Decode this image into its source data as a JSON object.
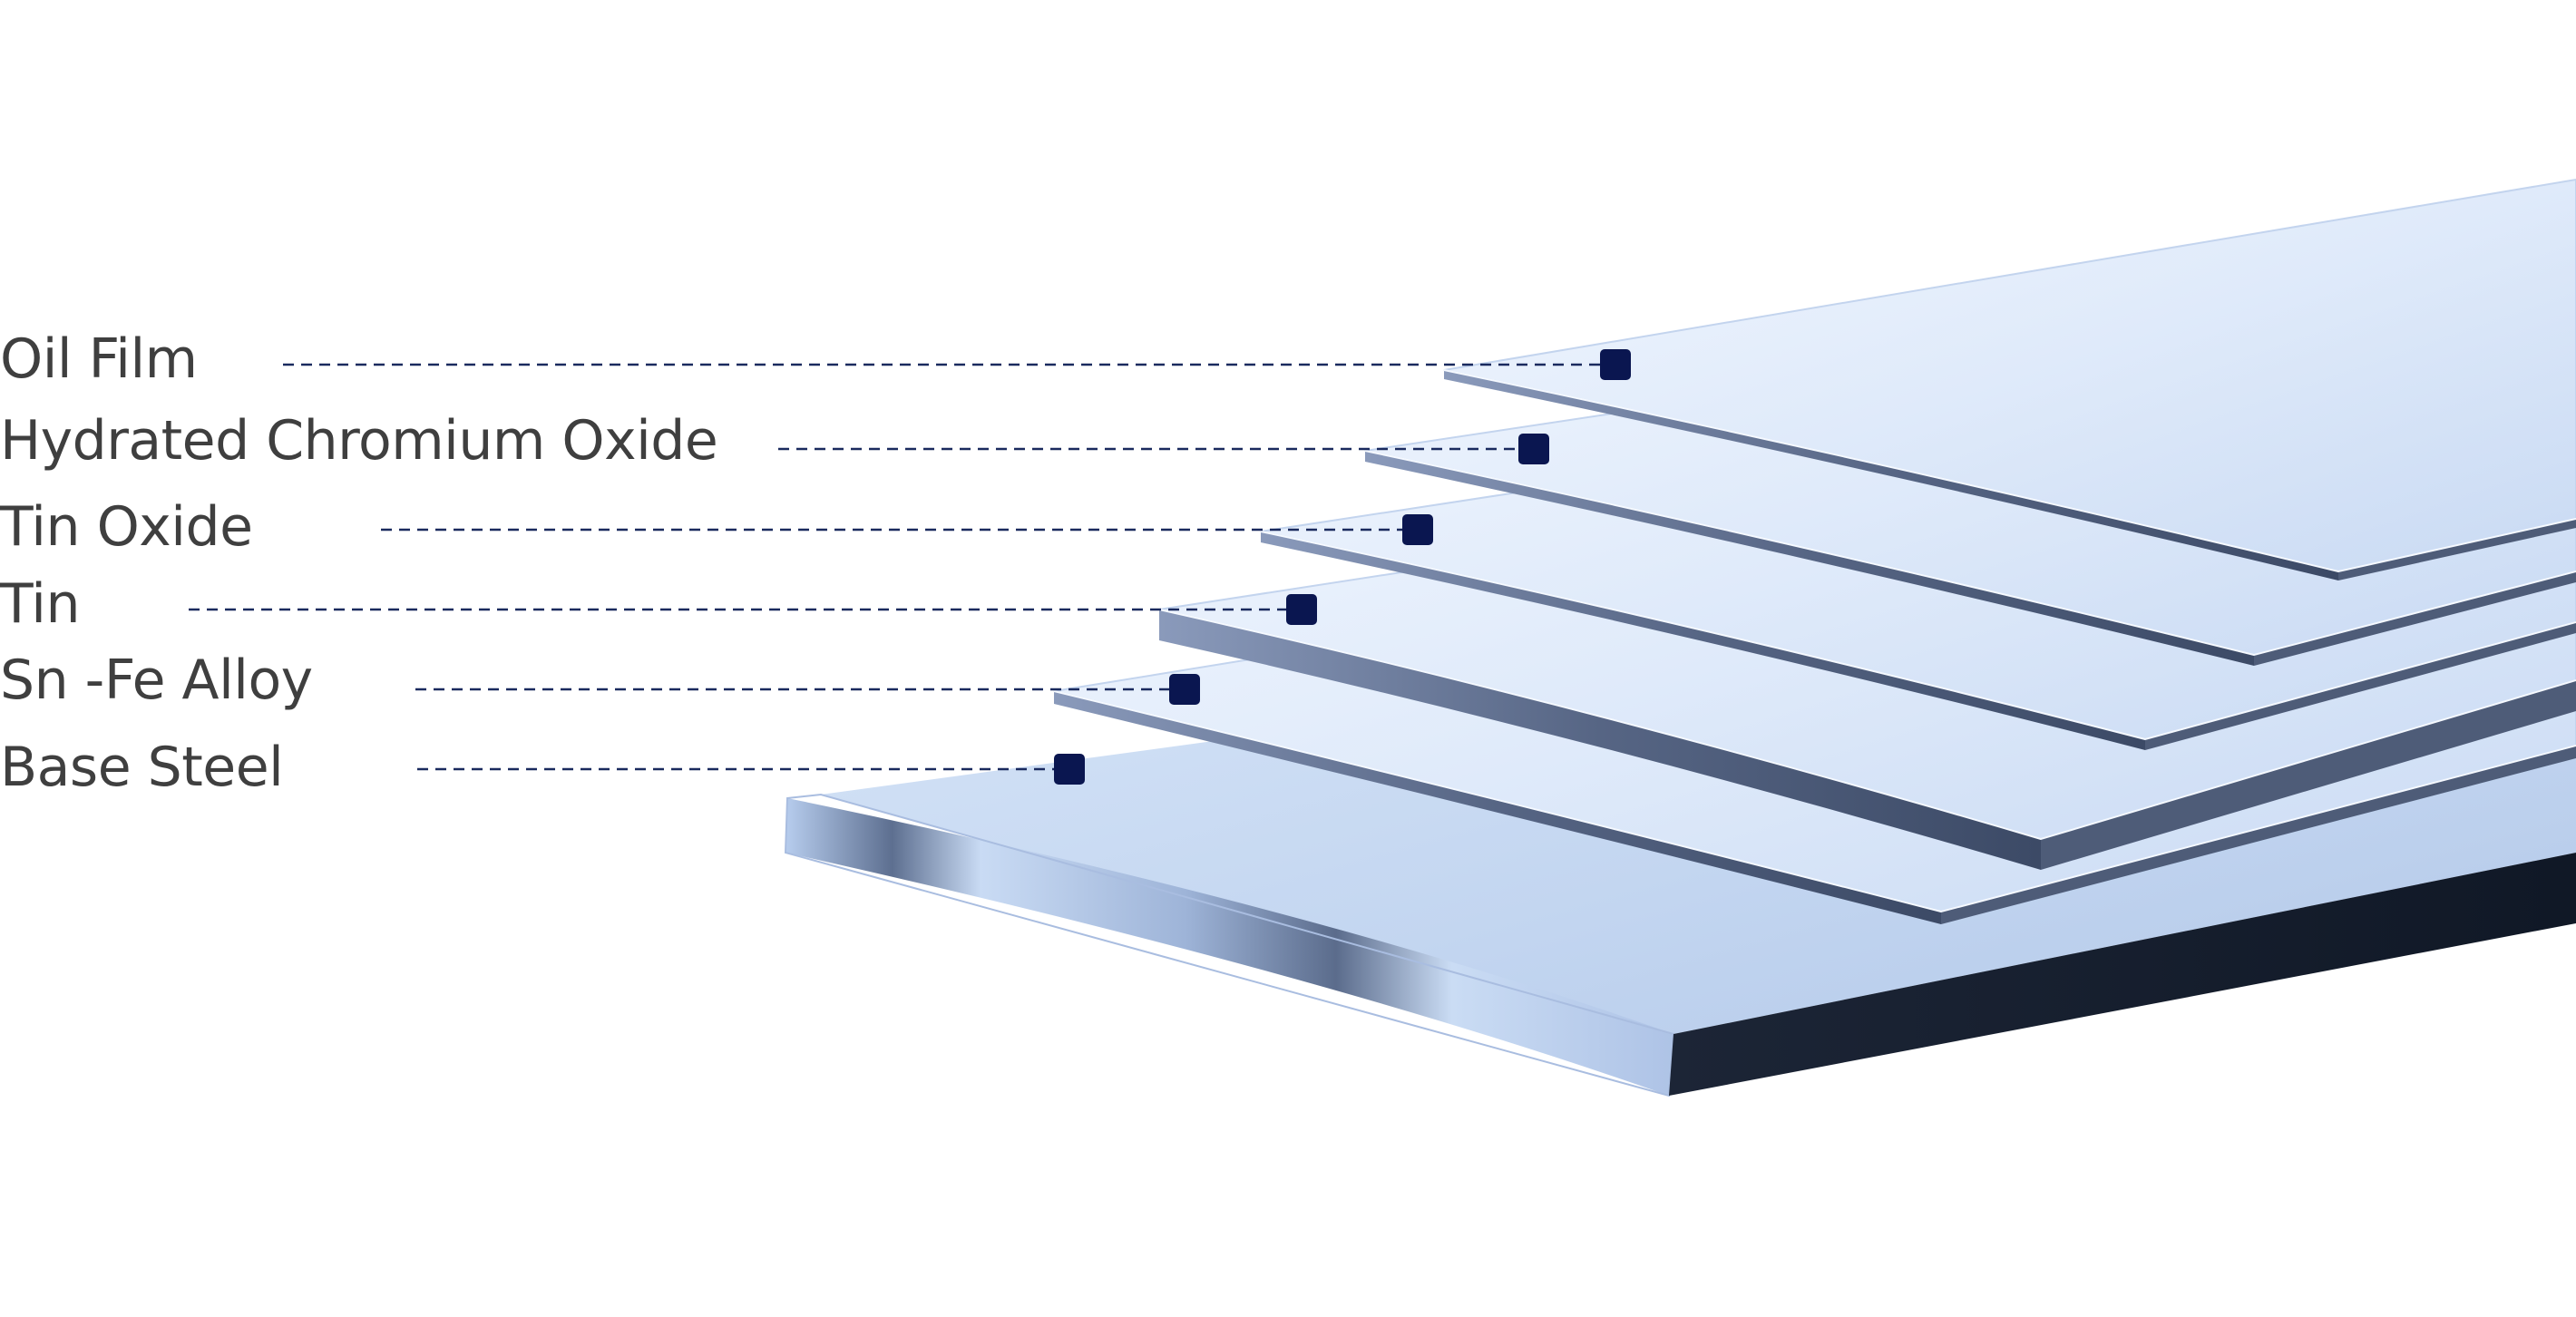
{
  "diagram": {
    "layers": [
      {
        "label": "Oil Film"
      },
      {
        "label": "Hydrated Chromium Oxide"
      },
      {
        "label": "Tin Oxide"
      },
      {
        "label": "Tin"
      },
      {
        "label": "Sn -Fe Alloy"
      },
      {
        "label": "Base Steel"
      }
    ],
    "colors": {
      "marker": "#0a1650",
      "leader_line": "#1a2a5e",
      "label_text": "#3f3f3f",
      "sheet_face_light": "#eaf2fc",
      "sheet_face_mid": "#d0e0f6",
      "sheet_edge": "#4e5c78",
      "base_face": "#c6d8f2",
      "base_edge_dark": "#1a2438"
    },
    "icons": {
      "marker": "square-marker-icon"
    }
  }
}
